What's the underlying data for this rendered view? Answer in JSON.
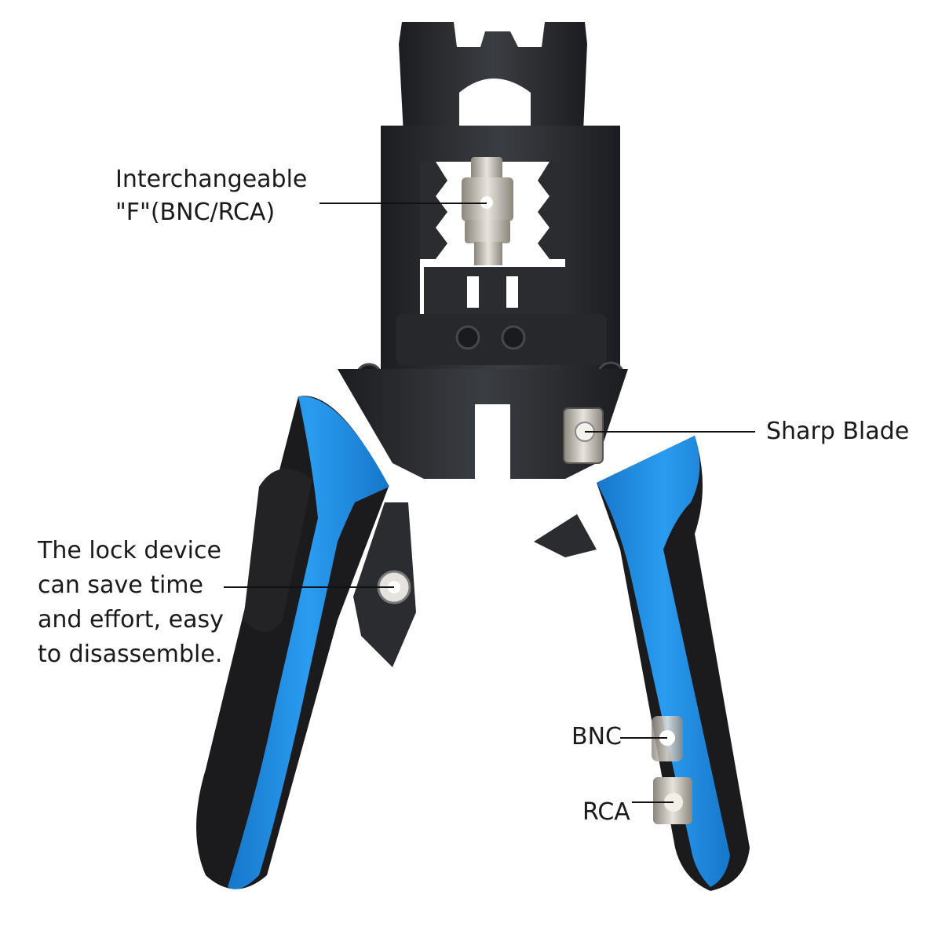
{
  "callouts": {
    "interchangeable": {
      "line1": "Interchangeable",
      "line2": "\"F\"(BNC/RCA)"
    },
    "sharp_blade": {
      "text": "Sharp Blade"
    },
    "lock_device": {
      "line1": "The lock device",
      "line2": "can save time",
      "line3": "and effort, easy",
      "line4": "to disassemble."
    },
    "bnc": {
      "text": "BNC"
    },
    "rca": {
      "text": "RCA"
    }
  },
  "colors": {
    "handle_blue": "#1f8fe0",
    "handle_black": "#1b1b1d",
    "steel_black": "#2a2c30",
    "label_text": "#1a1a1a",
    "connector_silver": "#c9c4bb"
  }
}
